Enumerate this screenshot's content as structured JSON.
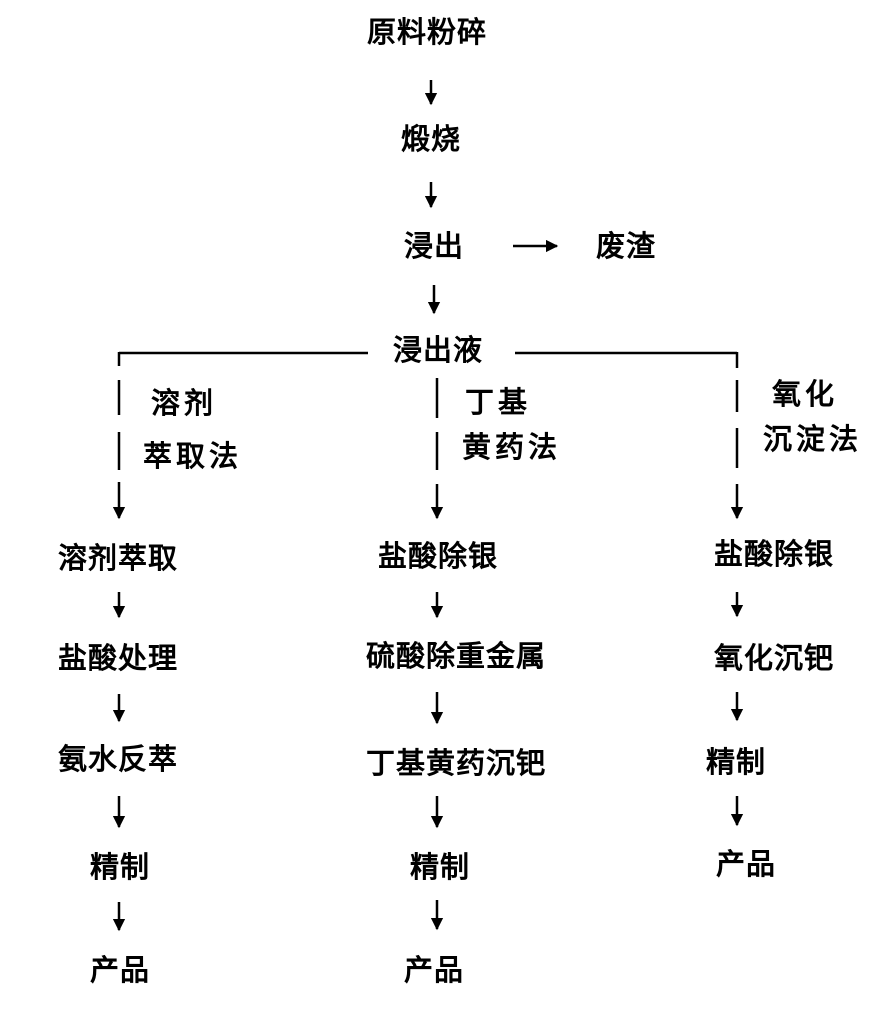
{
  "main_flow": {
    "crushing": "原料粉碎",
    "calcination": "煅烧",
    "leaching": "浸出",
    "waste_residue": "废渣",
    "leachate": "浸出液"
  },
  "branches": {
    "solvent": {
      "method_line1": "溶剂",
      "method_line2": "萃取法",
      "steps": [
        "溶剂萃取",
        "盐酸处理",
        "氨水反萃",
        "精制",
        "产品"
      ]
    },
    "xanthate": {
      "method_line1": "丁基",
      "method_line2": "黄药法",
      "steps": [
        "盐酸除银",
        "硫酸除重金属",
        "丁基黄药沉钯",
        "精制",
        "产品"
      ]
    },
    "oxidation": {
      "method_line1": "氧化",
      "method_line2": "沉淀法",
      "steps": [
        "盐酸除银",
        "氧化沉钯",
        "精制",
        "产品"
      ]
    }
  },
  "colors": {
    "ink": "#000000",
    "background": "#ffffff"
  }
}
